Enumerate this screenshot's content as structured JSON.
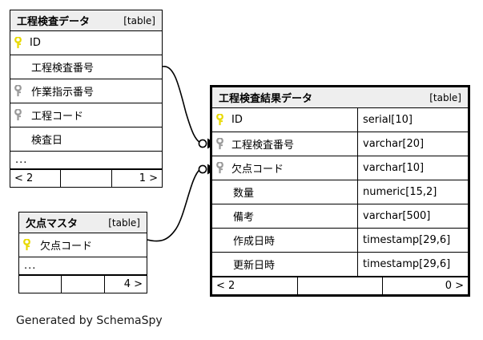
{
  "caption": "Generated by SchemaSpy",
  "colors": {
    "primary_key": "#e8d900",
    "foreign_key": "#999999",
    "header_bg": "#eeeeee",
    "border": "#000000",
    "background": "#ffffff"
  },
  "tables": [
    {
      "id": "process-inspection-data",
      "title": "工程検査データ",
      "tag": "[table]",
      "ellipsis": "...",
      "columns": [
        {
          "name": "ID",
          "key": "primary",
          "type": ""
        },
        {
          "name": "工程検査番号",
          "key": "none",
          "type": ""
        },
        {
          "name": "作業指示番号",
          "key": "foreign",
          "type": ""
        },
        {
          "name": "工程コード",
          "key": "foreign",
          "type": ""
        },
        {
          "name": "検査日",
          "key": "none",
          "type": ""
        }
      ],
      "footer": {
        "left": "< 2",
        "center": "",
        "right": "1 >"
      }
    },
    {
      "id": "defect-master",
      "title": "欠点マスタ",
      "tag": "[table]",
      "ellipsis": "...",
      "columns": [
        {
          "name": "欠点コード",
          "key": "primary",
          "type": ""
        }
      ],
      "footer": {
        "left": "",
        "center": "",
        "right": "4 >"
      }
    },
    {
      "id": "process-inspection-result-data",
      "title": "工程検査結果データ",
      "tag": "[table]",
      "ellipsis": "",
      "columns": [
        {
          "name": "ID",
          "key": "primary",
          "type": "serial[10]"
        },
        {
          "name": "工程検査番号",
          "key": "foreign",
          "type": "varchar[20]"
        },
        {
          "name": "欠点コード",
          "key": "foreign",
          "type": "varchar[10]"
        },
        {
          "name": "数量",
          "key": "none",
          "type": "numeric[15,2]"
        },
        {
          "name": "備考",
          "key": "none",
          "type": "varchar[500]"
        },
        {
          "name": "作成日時",
          "key": "none",
          "type": "timestamp[29,6]"
        },
        {
          "name": "更新日時",
          "key": "none",
          "type": "timestamp[29,6]"
        }
      ],
      "footer": {
        "left": "< 2",
        "center": "",
        "right": "0 >"
      }
    }
  ],
  "relationships": [
    {
      "id": "rel-inspection-number",
      "from_table": "工程検査データ",
      "from_column": "工程検査番号",
      "to_table": "工程検査結果データ",
      "to_column": "工程検査番号"
    },
    {
      "id": "rel-defect-code",
      "from_table": "欠点マスタ",
      "from_column": "欠点コード",
      "to_table": "工程検査結果データ",
      "to_column": "欠点コード"
    }
  ]
}
